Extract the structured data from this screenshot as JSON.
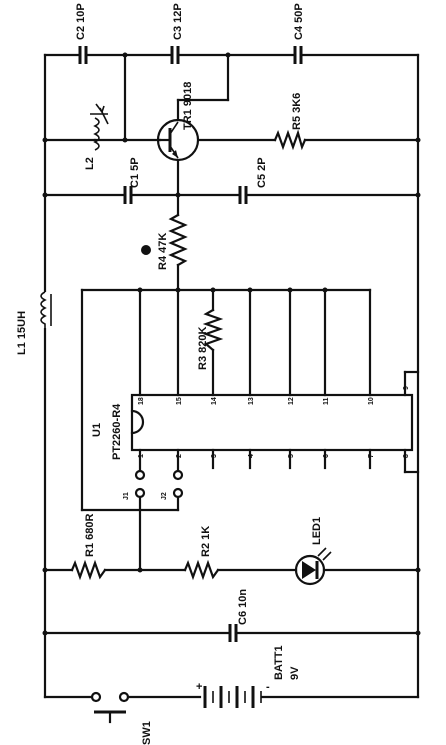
{
  "components": {
    "c2": {
      "ref": "C2",
      "value": "10P"
    },
    "c3": {
      "ref": "C3",
      "value": "12P"
    },
    "c4": {
      "ref": "C4",
      "value": "50P"
    },
    "tr1": {
      "ref": "TR1",
      "value": "9018"
    },
    "l2": {
      "ref": "L2"
    },
    "r5": {
      "ref": "R5",
      "value": "3K6"
    },
    "c1": {
      "ref": "C1",
      "value": "5P"
    },
    "c5": {
      "ref": "C5",
      "value": "2P"
    },
    "r4": {
      "ref": "R4",
      "value": "47K"
    },
    "l1": {
      "ref": "L1",
      "value": "15UH"
    },
    "r3": {
      "ref": "R3",
      "value": "820K"
    },
    "u1": {
      "ref": "U1",
      "value": "PT2260-R4"
    },
    "j1": {
      "ref": "J1"
    },
    "j2": {
      "ref": "J2"
    },
    "r1": {
      "ref": "R1",
      "value": "680R"
    },
    "r2": {
      "ref": "R2",
      "value": "1K"
    },
    "led1": {
      "ref": "LED1"
    },
    "c6": {
      "ref": "C6",
      "value": "10n"
    },
    "batt1": {
      "ref": "BATT1",
      "value": "9V",
      "plus": "+",
      "minus": "-"
    },
    "sw1": {
      "ref": "SW1"
    }
  },
  "ic_pins": {
    "top": [
      "18",
      "15",
      "14",
      "13",
      "12",
      "11",
      "10",
      "9"
    ],
    "bottom": [
      "1",
      "2",
      "3",
      "4",
      "5",
      "6",
      "7",
      "8"
    ]
  }
}
